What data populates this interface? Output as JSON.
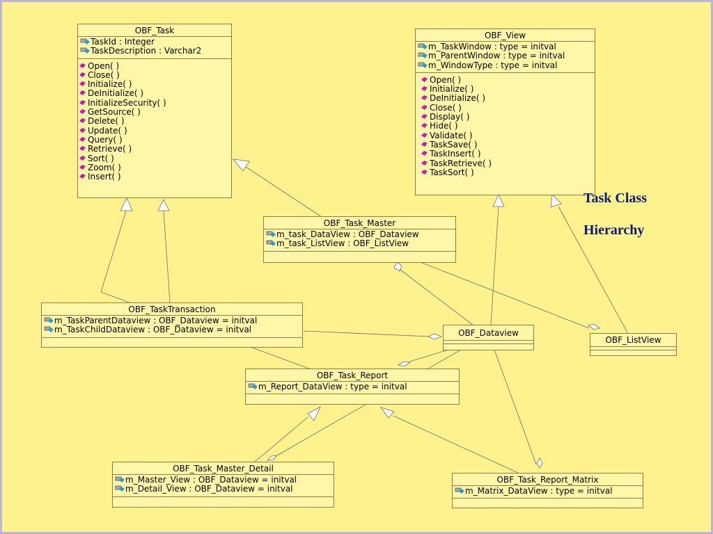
{
  "slide": {
    "title_line1": "Task Class",
    "title_line2": "Hierarchy"
  },
  "classes": {
    "obf_task": {
      "name": "OBF_Task",
      "attributes": [
        "TaskId : Integer",
        "TaskDescription : Varchar2"
      ],
      "operations": [
        "Open( )",
        "Close( )",
        "Initialize( )",
        "DeInitialize( )",
        "InitializeSecurity( )",
        "GetSource( )",
        "Delete( )",
        "Update( )",
        "Query( )",
        "Retrieve( )",
        "Sort( )",
        "Zoom( )",
        "Insert( )"
      ]
    },
    "obf_view": {
      "name": "OBF_View",
      "attributes": [
        "m_TaskWindow : type = initval",
        "m_ParentWindow : type = initval",
        "m_WindowType : type = initval"
      ],
      "operations": [
        "Open( )",
        "Initialize( )",
        "DeInitialize( )",
        "Close( )",
        "Display( )",
        "Hide( )",
        "Validate( )",
        "TaskSave( )",
        "TaskInsert( )",
        "TaskRetrieve( )",
        "TaskSort( )"
      ]
    },
    "obf_task_master": {
      "name": "OBF_Task_Master",
      "attributes": [
        "m_task_DataView : OBF_Dataview",
        "m_task_ListView : OBF_ListView"
      ]
    },
    "obf_tasktransaction": {
      "name": "OBF_TaskTransaction",
      "attributes": [
        "m_TaskParentDataview : OBF_Dataview = initval",
        "m_TaskChildDataview : OBF_Dataview = initval"
      ]
    },
    "obf_dataview": {
      "name": "OBF_Dataview"
    },
    "obf_listview": {
      "name": "OBF_ListView"
    },
    "obf_task_report": {
      "name": "OBF_Task_Report",
      "attributes": [
        "m_Report_DataView : type = initval"
      ]
    },
    "obf_task_master_detail": {
      "name": "OBF_Task_Master_Detail",
      "attributes": [
        "m_Master_View : OBF_Dataview = initval",
        "m_Detail_View : OBF_Dataview = initval"
      ]
    },
    "obf_task_report_matrix": {
      "name": "OBF_Task_Report_Matrix",
      "attributes": [
        "m_Matrix_DataView : type = initval"
      ]
    }
  },
  "colors": {
    "background": "#fdf28e",
    "title": "#0a1b7a",
    "operation_icon": "#c21bb4",
    "attribute_icon": "#1f9fd6"
  },
  "icons": {
    "attribute": "protected-attribute-icon",
    "operation": "public-operation-icon"
  }
}
